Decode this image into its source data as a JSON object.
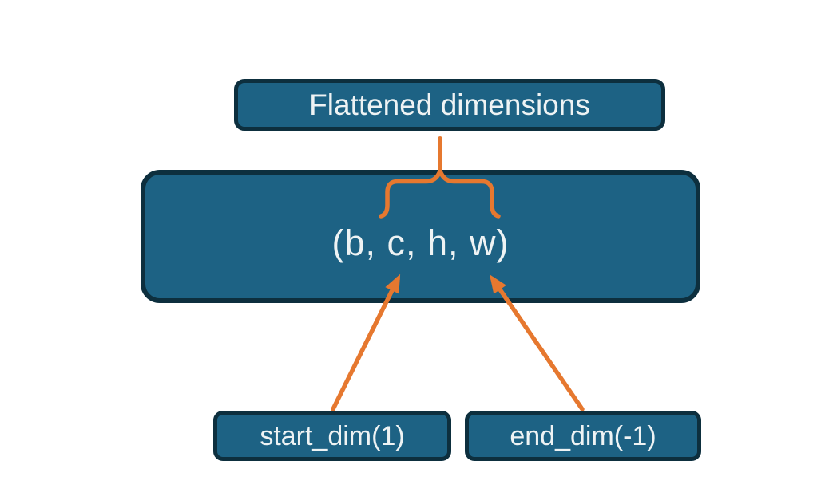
{
  "diagram": {
    "title_box": {
      "label": "Flattened dimensions"
    },
    "tensor_box": {
      "label": "(b, c, h, w)"
    },
    "start_box": {
      "label": "start_dim(1)"
    },
    "end_box": {
      "label": "end_dim(-1)"
    }
  },
  "icons": {
    "brace": "curly-brace-up",
    "stem": "vertical-stem-line",
    "start_arrow": "arrow-up-right",
    "end_arrow": "arrow-up-left"
  },
  "theme": {
    "box_fill": "#1d6284",
    "box_border": "#0d2f3e",
    "connector": "#e6782f",
    "label_color": "#eef3f4",
    "bg": "#ffffff"
  }
}
